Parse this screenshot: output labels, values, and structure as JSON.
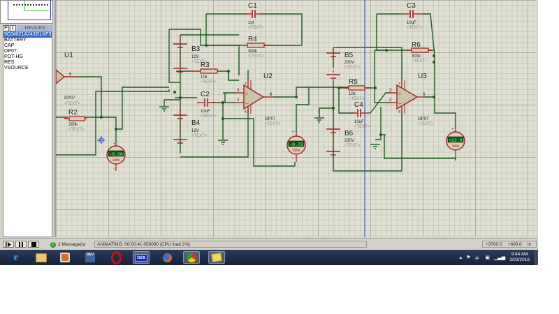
{
  "app": {
    "name": "Proteus ISIS",
    "device_panel": {
      "tab_p": "P",
      "tab_l": "L",
      "title": "DEVICES",
      "items": [
        {
          "label": "9C04021A2432ILKF3",
          "selected": true
        },
        {
          "label": "BATTERY",
          "selected": false
        },
        {
          "label": "CAP",
          "selected": false
        },
        {
          "label": "OP07",
          "selected": false
        },
        {
          "label": "POT-HG",
          "selected": false
        },
        {
          "label": "RES",
          "selected": false
        },
        {
          "label": "VSOURCE",
          "selected": false
        }
      ]
    }
  },
  "schematic": {
    "components": {
      "U1": {
        "ref": "U1",
        "type": "OP07",
        "text": "<TEXT>",
        "pin": "6"
      },
      "U2": {
        "ref": "U2",
        "type": "OP07",
        "text": "<TEXT>",
        "pin_plus": "3",
        "pin_minus": "2",
        "pin_out": "6",
        "pin_v_plus": "7",
        "pin_v_minus": "4"
      },
      "U3": {
        "ref": "U3",
        "type": "OP07",
        "text": "<TEXT>",
        "pin_plus": "3",
        "pin_minus": "2",
        "pin_out": "6",
        "pin_v_plus": "7",
        "pin_v_minus": "4"
      },
      "R2": {
        "ref": "R2",
        "value": "300k",
        "text": "<TEXT>"
      },
      "R3": {
        "ref": "R3",
        "value": "10k",
        "text": "<TEXT>"
      },
      "R4": {
        "ref": "R4",
        "value": "300k",
        "text": "<TEXT>"
      },
      "R5": {
        "ref": "R5",
        "value": "10k",
        "text": "<TEXT>"
      },
      "R6": {
        "ref": "R6",
        "value": "300k",
        "text": "<TEXT>"
      },
      "C1": {
        "ref": "C1",
        "value": "1uf",
        "text": "<TEXT>"
      },
      "C2": {
        "ref": "C2",
        "value": "10uF",
        "text": "<TEXT>"
      },
      "C3": {
        "ref": "C3",
        "value": "10uF",
        "text": "<TEXT>"
      },
      "C4": {
        "ref": "C4",
        "value": "10uF",
        "text": "<TEXT>"
      },
      "B3": {
        "ref": "B3",
        "value": "12V",
        "text": "<TEXT>"
      },
      "B4": {
        "ref": "B4",
        "value": "12V",
        "text": "<TEXT>"
      },
      "B5": {
        "ref": "B5",
        "value": "230V",
        "text": "<TEXT>"
      },
      "B6": {
        "ref": "B6",
        "value": "230V",
        "text": "<TEXT>"
      }
    },
    "voltmeters": [
      {
        "reading": "-0.30",
        "unit": "Volts"
      },
      {
        "reading": "-0.78",
        "unit": "Volts"
      },
      {
        "reading": "+22.0",
        "unit": "Volts"
      }
    ],
    "plus_sign": "+",
    "minus_sign": "-",
    "colors": {
      "wire": "#1e5a1e",
      "component": "#a02020",
      "opamp_fill": "#c8c4a8",
      "label": "#222222",
      "text_placeholder": "#8a8a8a",
      "lcd_bg": "#0d5a0d",
      "lcd_text": "#9cff9c",
      "meter_fill": "#d9ceb8",
      "grid": "#dfe0d2",
      "probe_line": "#3a4acc"
    }
  },
  "statusbar": {
    "messages": "2 Message(s)",
    "animation_status": "ANIMATING: 00:00:41.050000 (CPU load 2%)",
    "coord_x": "+3700.0",
    "coord_y": "+600.0",
    "unit": "th"
  },
  "taskbar": {
    "apps": [
      {
        "name": "internet-explorer"
      },
      {
        "name": "file-explorer"
      },
      {
        "name": "media-player"
      },
      {
        "name": "dev-cpp"
      },
      {
        "name": "opera"
      },
      {
        "name": "isis",
        "label": "isis",
        "active": true
      },
      {
        "name": "firefox"
      },
      {
        "name": "chrome"
      },
      {
        "name": "sticky-notes"
      }
    ],
    "clock_time": "9:44 AM",
    "clock_date": "3/23/2018"
  }
}
